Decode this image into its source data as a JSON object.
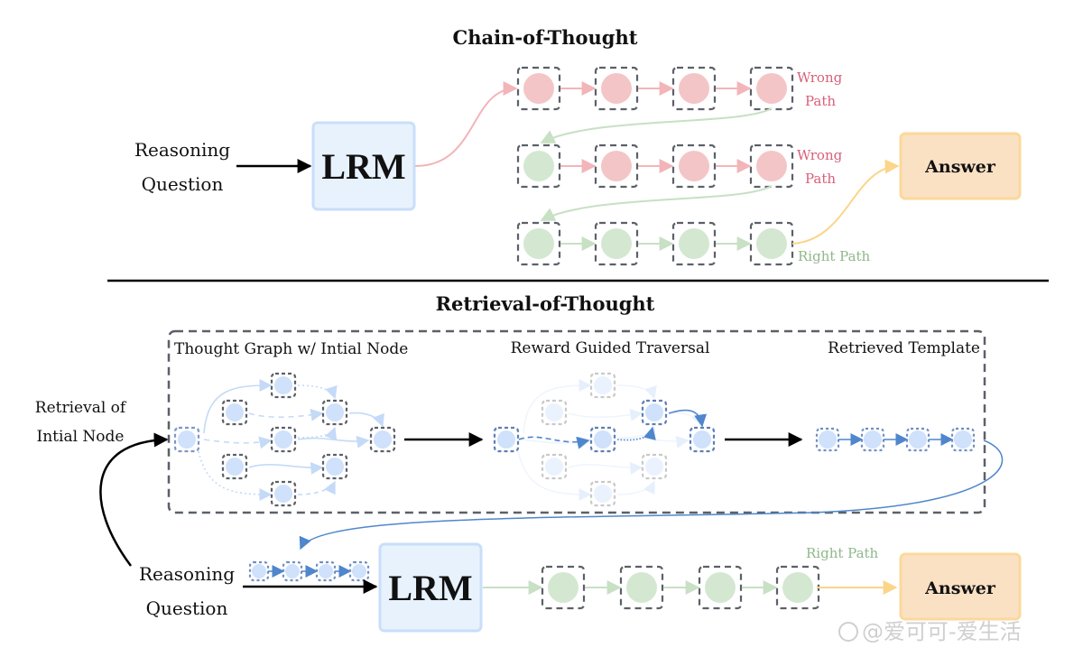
{
  "colors": {
    "wrong_node": "#f4c5c7",
    "right_node": "#d4e8d1",
    "graph_node": "#cfe1fb",
    "faded_node": "#eaf2fd",
    "lrm_fill": "#e8f2fd",
    "lrm_border": "#c9defa",
    "answer_fill": "#fbe1c4",
    "answer_border": "#fbd99b",
    "wrong_arrow": "#f2b5b9",
    "right_arrow": "#c8e0c4",
    "answer_arrow": "#fbd58a",
    "blue_arrow": "#4f86cc",
    "dash_border": "#5c6068",
    "wrong_text": "#d8607a",
    "right_text": "#8fb88a"
  },
  "top": {
    "title": "Chain-of-Thought",
    "question_line1": "Reasoning",
    "question_line2": "Question",
    "lrm_label": "LRM",
    "answer_label": "Answer",
    "rows": [
      {
        "nodes": [
          "wrong",
          "wrong",
          "wrong",
          "wrong"
        ],
        "tag_line1": "Wrong",
        "tag_line2": "Path",
        "outcome": "wrong"
      },
      {
        "nodes": [
          "right",
          "wrong",
          "wrong",
          "wrong"
        ],
        "tag_line1": "Wrong",
        "tag_line2": "Path",
        "outcome": "wrong"
      },
      {
        "nodes": [
          "right",
          "right",
          "right",
          "right"
        ],
        "tag_line1": "Right Path",
        "tag_line2": "",
        "outcome": "right"
      }
    ]
  },
  "bottom": {
    "title": "Retrieval-of-Thought",
    "retrieval_line1": "Retrieval of",
    "retrieval_line2": "Intial Node",
    "panel_titles": [
      "Thought Graph w/ Intial Node",
      "Reward Guided Traversal",
      "Retrieved Template"
    ],
    "question_line1": "Reasoning",
    "question_line2": "Question",
    "lrm_label": "LRM",
    "answer_label": "Answer",
    "right_path_label": "Right Path",
    "template_node_count": 4,
    "answer_chain": [
      "right",
      "right",
      "right",
      "right"
    ]
  },
  "watermark": "@爱可可-爱生活"
}
